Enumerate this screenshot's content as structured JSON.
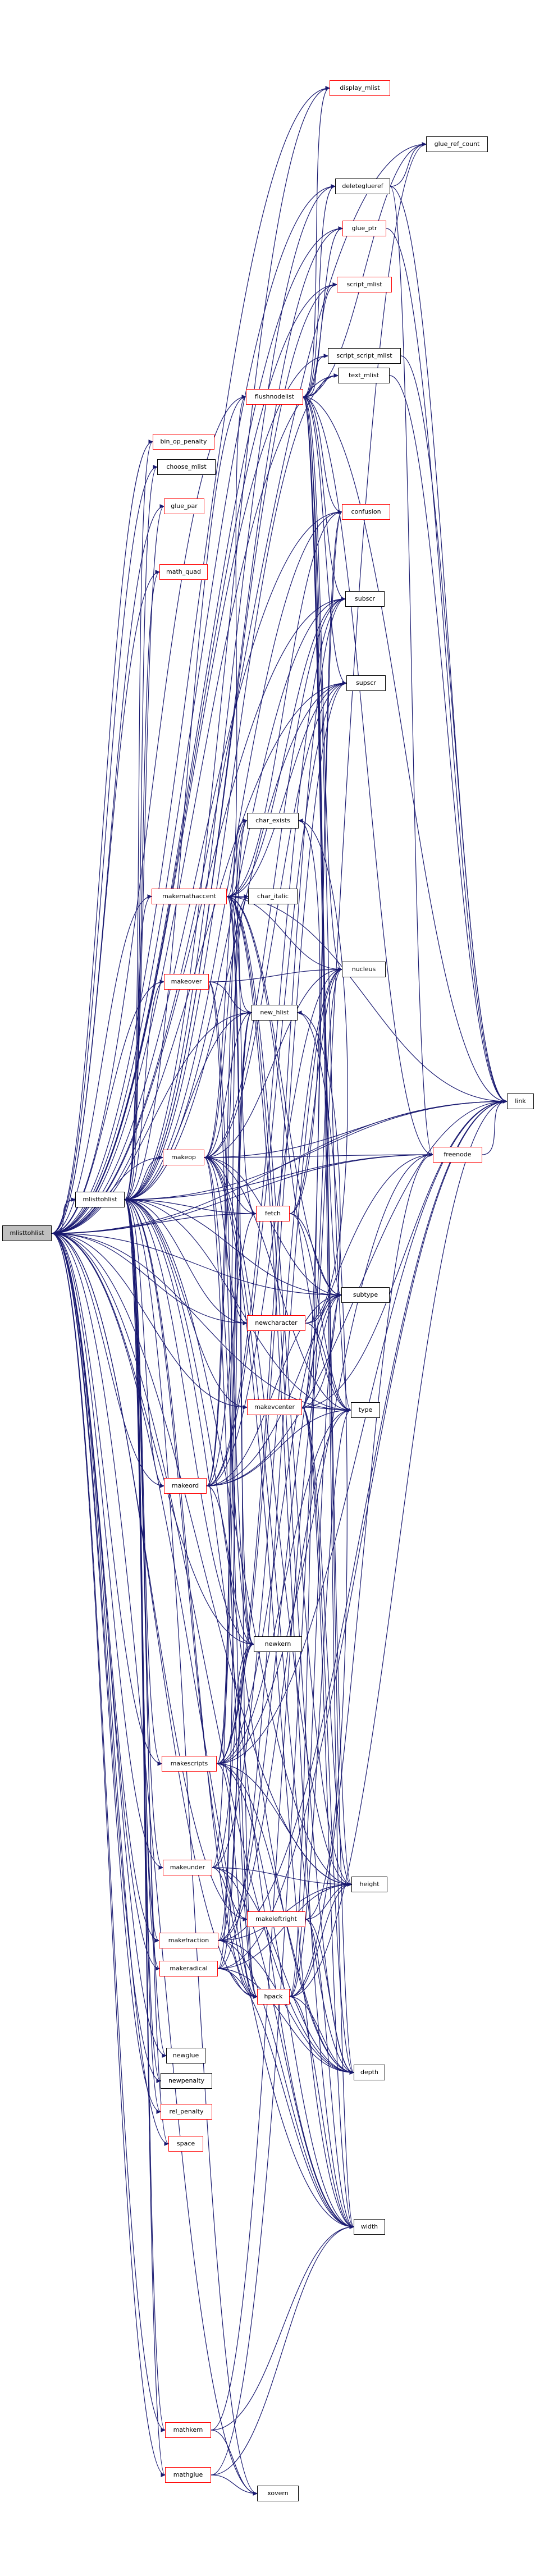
{
  "graph": {
    "edge_color": "#191970",
    "link_border_color": "#ff0000",
    "plain_border_color": "#000000",
    "root_fill": "#bfbfbf",
    "nodes": [
      {
        "id": "mlisttohlist_root",
        "label": "mlisttohlist",
        "style": "root"
      },
      {
        "id": "mlisttohlist",
        "label": "mlisttohlist",
        "style": "plain"
      },
      {
        "id": "display_mlist",
        "label": "display_mlist",
        "style": "link"
      },
      {
        "id": "glue_ref_count",
        "label": "glue_ref_count",
        "style": "plain"
      },
      {
        "id": "deleteglueref",
        "label": "deleteglueref",
        "style": "plain"
      },
      {
        "id": "glue_ptr",
        "label": "glue_ptr",
        "style": "link"
      },
      {
        "id": "script_mlist",
        "label": "script_mlist",
        "style": "link"
      },
      {
        "id": "script_script_mlist",
        "label": "script_script_mlist",
        "style": "plain"
      },
      {
        "id": "text_mlist",
        "label": "text_mlist",
        "style": "plain"
      },
      {
        "id": "bin_op_penalty",
        "label": "bin_op_penalty",
        "style": "link"
      },
      {
        "id": "flushnodelist",
        "label": "flushnodelist",
        "style": "link"
      },
      {
        "id": "choose_mlist",
        "label": "choose_mlist",
        "style": "plain"
      },
      {
        "id": "glue_par",
        "label": "glue_par",
        "style": "link"
      },
      {
        "id": "math_quad",
        "label": "math_quad",
        "style": "link"
      },
      {
        "id": "confusion",
        "label": "confusion",
        "style": "link"
      },
      {
        "id": "subscr",
        "label": "subscr",
        "style": "plain"
      },
      {
        "id": "supscr",
        "label": "supscr",
        "style": "plain"
      },
      {
        "id": "char_exists",
        "label": "char_exists",
        "style": "plain"
      },
      {
        "id": "makemathaccent",
        "label": "makemathaccent",
        "style": "link"
      },
      {
        "id": "char_italic",
        "label": "char_italic",
        "style": "plain"
      },
      {
        "id": "nucleus",
        "label": "nucleus",
        "style": "plain"
      },
      {
        "id": "makeover",
        "label": "makeover",
        "style": "link"
      },
      {
        "id": "new_hlist",
        "label": "new_hlist",
        "style": "plain"
      },
      {
        "id": "link",
        "label": "link",
        "style": "plain"
      },
      {
        "id": "makeop",
        "label": "makeop",
        "style": "link"
      },
      {
        "id": "freenode",
        "label": "freenode",
        "style": "link"
      },
      {
        "id": "fetch",
        "label": "fetch",
        "style": "link"
      },
      {
        "id": "subtype",
        "label": "subtype",
        "style": "plain"
      },
      {
        "id": "newcharacter",
        "label": "newcharacter",
        "style": "link"
      },
      {
        "id": "makevcenter",
        "label": "makevcenter",
        "style": "link"
      },
      {
        "id": "type",
        "label": "type",
        "style": "plain"
      },
      {
        "id": "makeord",
        "label": "makeord",
        "style": "link"
      },
      {
        "id": "newkern",
        "label": "newkern",
        "style": "plain"
      },
      {
        "id": "makescripts",
        "label": "makescripts",
        "style": "link"
      },
      {
        "id": "makeunder",
        "label": "makeunder",
        "style": "link"
      },
      {
        "id": "height",
        "label": "height",
        "style": "plain"
      },
      {
        "id": "makeleftright",
        "label": "makeleftright",
        "style": "link"
      },
      {
        "id": "makefraction",
        "label": "makefraction",
        "style": "link"
      },
      {
        "id": "makeradical",
        "label": "makeradical",
        "style": "link"
      },
      {
        "id": "hpack",
        "label": "hpack",
        "style": "link"
      },
      {
        "id": "depth",
        "label": "depth",
        "style": "plain"
      },
      {
        "id": "newglue",
        "label": "newglue",
        "style": "plain"
      },
      {
        "id": "newpenalty",
        "label": "newpenalty",
        "style": "plain"
      },
      {
        "id": "rel_penalty",
        "label": "rel_penalty",
        "style": "link"
      },
      {
        "id": "space",
        "label": "space",
        "style": "link"
      },
      {
        "id": "width",
        "label": "width",
        "style": "plain"
      },
      {
        "id": "mathkern",
        "label": "mathkern",
        "style": "link"
      },
      {
        "id": "mathglue",
        "label": "mathglue",
        "style": "link"
      },
      {
        "id": "xovern",
        "label": "xovern",
        "style": "plain"
      }
    ],
    "edges": [
      [
        "mlisttohlist_root",
        "mlisttohlist"
      ],
      [
        "mlisttohlist_root",
        "display_mlist"
      ],
      [
        "mlisttohlist_root",
        "glue_ref_count"
      ],
      [
        "mlisttohlist_root",
        "deleteglueref"
      ],
      [
        "mlisttohlist_root",
        "glue_ptr"
      ],
      [
        "mlisttohlist_root",
        "script_mlist"
      ],
      [
        "mlisttohlist_root",
        "script_script_mlist"
      ],
      [
        "mlisttohlist_root",
        "text_mlist"
      ],
      [
        "mlisttohlist_root",
        "bin_op_penalty"
      ],
      [
        "mlisttohlist_root",
        "flushnodelist"
      ],
      [
        "mlisttohlist_root",
        "choose_mlist"
      ],
      [
        "mlisttohlist_root",
        "glue_par"
      ],
      [
        "mlisttohlist_root",
        "math_quad"
      ],
      [
        "mlisttohlist_root",
        "confusion"
      ],
      [
        "mlisttohlist_root",
        "subscr"
      ],
      [
        "mlisttohlist_root",
        "supscr"
      ],
      [
        "mlisttohlist_root",
        "makemathaccent"
      ],
      [
        "mlisttohlist_root",
        "makeover"
      ],
      [
        "mlisttohlist_root",
        "new_hlist"
      ],
      [
        "mlisttohlist_root",
        "link"
      ],
      [
        "mlisttohlist_root",
        "makeop"
      ],
      [
        "mlisttohlist_root",
        "freenode"
      ],
      [
        "mlisttohlist_root",
        "fetch"
      ],
      [
        "mlisttohlist_root",
        "subtype"
      ],
      [
        "mlisttohlist_root",
        "newcharacter"
      ],
      [
        "mlisttohlist_root",
        "makevcenter"
      ],
      [
        "mlisttohlist_root",
        "type"
      ],
      [
        "mlisttohlist_root",
        "makeord"
      ],
      [
        "mlisttohlist_root",
        "newkern"
      ],
      [
        "mlisttohlist_root",
        "makescripts"
      ],
      [
        "mlisttohlist_root",
        "makeunder"
      ],
      [
        "mlisttohlist_root",
        "height"
      ],
      [
        "mlisttohlist_root",
        "makeleftright"
      ],
      [
        "mlisttohlist_root",
        "makefraction"
      ],
      [
        "mlisttohlist_root",
        "makeradical"
      ],
      [
        "mlisttohlist_root",
        "hpack"
      ],
      [
        "mlisttohlist_root",
        "depth"
      ],
      [
        "mlisttohlist_root",
        "newglue"
      ],
      [
        "mlisttohlist_root",
        "newpenalty"
      ],
      [
        "mlisttohlist_root",
        "rel_penalty"
      ],
      [
        "mlisttohlist_root",
        "space"
      ],
      [
        "mlisttohlist_root",
        "width"
      ],
      [
        "mlisttohlist_root",
        "mathkern"
      ],
      [
        "mlisttohlist_root",
        "mathglue"
      ],
      [
        "mlisttohlist_root",
        "xovern"
      ],
      [
        "mlisttohlist",
        "display_mlist"
      ],
      [
        "mlisttohlist",
        "deleteglueref"
      ],
      [
        "mlisttohlist",
        "glue_ptr"
      ],
      [
        "mlisttohlist",
        "script_mlist"
      ],
      [
        "mlisttohlist",
        "text_mlist"
      ],
      [
        "mlisttohlist",
        "bin_op_penalty"
      ],
      [
        "mlisttohlist",
        "flushnodelist"
      ],
      [
        "mlisttohlist",
        "choose_mlist"
      ],
      [
        "mlisttohlist",
        "glue_par"
      ],
      [
        "mlisttohlist",
        "math_quad"
      ],
      [
        "mlisttohlist",
        "confusion"
      ],
      [
        "mlisttohlist",
        "subscr"
      ],
      [
        "mlisttohlist",
        "supscr"
      ],
      [
        "mlisttohlist",
        "makemathaccent"
      ],
      [
        "mlisttohlist",
        "makeover"
      ],
      [
        "mlisttohlist",
        "new_hlist"
      ],
      [
        "mlisttohlist",
        "link"
      ],
      [
        "mlisttohlist",
        "makeop"
      ],
      [
        "mlisttohlist",
        "freenode"
      ],
      [
        "mlisttohlist",
        "fetch"
      ],
      [
        "mlisttohlist",
        "subtype"
      ],
      [
        "mlisttohlist",
        "newcharacter"
      ],
      [
        "mlisttohlist",
        "makevcenter"
      ],
      [
        "mlisttohlist",
        "type"
      ],
      [
        "mlisttohlist",
        "makeord"
      ],
      [
        "mlisttohlist",
        "newkern"
      ],
      [
        "mlisttohlist",
        "makescripts"
      ],
      [
        "mlisttohlist",
        "makeunder"
      ],
      [
        "mlisttohlist",
        "height"
      ],
      [
        "mlisttohlist",
        "makeleftright"
      ],
      [
        "mlisttohlist",
        "makefraction"
      ],
      [
        "mlisttohlist",
        "makeradical"
      ],
      [
        "mlisttohlist",
        "hpack"
      ],
      [
        "mlisttohlist",
        "depth"
      ],
      [
        "mlisttohlist",
        "newglue"
      ],
      [
        "mlisttohlist",
        "newpenalty"
      ],
      [
        "mlisttohlist",
        "rel_penalty"
      ],
      [
        "mlisttohlist",
        "space"
      ],
      [
        "mlisttohlist",
        "width"
      ],
      [
        "mlisttohlist",
        "mathkern"
      ],
      [
        "mlisttohlist",
        "mathglue"
      ],
      [
        "mlisttohlist",
        "xovern"
      ],
      [
        "deleteglueref",
        "glue_ref_count"
      ],
      [
        "deleteglueref",
        "freenode"
      ],
      [
        "deleteglueref",
        "link"
      ],
      [
        "flushnodelist",
        "display_mlist"
      ],
      [
        "flushnodelist",
        "glue_ref_count"
      ],
      [
        "flushnodelist",
        "deleteglueref"
      ],
      [
        "flushnodelist",
        "glue_ptr"
      ],
      [
        "flushnodelist",
        "script_mlist"
      ],
      [
        "flushnodelist",
        "script_script_mlist"
      ],
      [
        "flushnodelist",
        "text_mlist"
      ],
      [
        "flushnodelist",
        "confusion"
      ],
      [
        "flushnodelist",
        "subscr"
      ],
      [
        "flushnodelist",
        "supscr"
      ],
      [
        "flushnodelist",
        "nucleus"
      ],
      [
        "flushnodelist",
        "link"
      ],
      [
        "flushnodelist",
        "freenode"
      ],
      [
        "flushnodelist",
        "subtype"
      ],
      [
        "flushnodelist",
        "type"
      ],
      [
        "flushnodelist",
        "height"
      ],
      [
        "flushnodelist",
        "depth"
      ],
      [
        "flushnodelist",
        "width"
      ],
      [
        "script_script_mlist",
        "link"
      ],
      [
        "text_mlist",
        "link"
      ],
      [
        "glue_ptr",
        "link"
      ],
      [
        "freenode",
        "link"
      ],
      [
        "makemathaccent",
        "char_exists"
      ],
      [
        "makemathaccent",
        "char_italic"
      ],
      [
        "makemathaccent",
        "nucleus"
      ],
      [
        "makemathaccent",
        "new_hlist"
      ],
      [
        "makemathaccent",
        "link"
      ],
      [
        "makemathaccent",
        "fetch"
      ],
      [
        "makemathaccent",
        "subtype"
      ],
      [
        "makemathaccent",
        "type"
      ],
      [
        "makemathaccent",
        "newkern"
      ],
      [
        "makemathaccent",
        "height"
      ],
      [
        "makemathaccent",
        "hpack"
      ],
      [
        "makemathaccent",
        "depth"
      ],
      [
        "makemathaccent",
        "width"
      ],
      [
        "makemathaccent",
        "flushnodelist"
      ],
      [
        "makemathaccent",
        "subscr"
      ],
      [
        "makemathaccent",
        "supscr"
      ],
      [
        "makemathaccent",
        "confusion"
      ],
      [
        "makeover",
        "nucleus"
      ],
      [
        "makeover",
        "new_hlist"
      ],
      [
        "makeover",
        "newkern"
      ],
      [
        "makeover",
        "hpack"
      ],
      [
        "makeop",
        "char_exists"
      ],
      [
        "makeop",
        "char_italic"
      ],
      [
        "makeop",
        "nucleus"
      ],
      [
        "makeop",
        "new_hlist"
      ],
      [
        "makeop",
        "link"
      ],
      [
        "makeop",
        "freenode"
      ],
      [
        "makeop",
        "fetch"
      ],
      [
        "makeop",
        "subtype"
      ],
      [
        "makeop",
        "newcharacter"
      ],
      [
        "makeop",
        "type"
      ],
      [
        "makeop",
        "newkern"
      ],
      [
        "makeop",
        "height"
      ],
      [
        "makeop",
        "hpack"
      ],
      [
        "makeop",
        "depth"
      ],
      [
        "makeop",
        "width"
      ],
      [
        "makeop",
        "subscr"
      ],
      [
        "makeop",
        "supscr"
      ],
      [
        "fetch",
        "char_exists"
      ],
      [
        "fetch",
        "subtype"
      ],
      [
        "fetch",
        "type"
      ],
      [
        "fetch",
        "nucleus"
      ],
      [
        "newcharacter",
        "char_exists"
      ],
      [
        "newcharacter",
        "subtype"
      ],
      [
        "newcharacter",
        "type"
      ],
      [
        "makevcenter",
        "nucleus"
      ],
      [
        "makevcenter",
        "new_hlist"
      ],
      [
        "makevcenter",
        "confusion"
      ],
      [
        "makevcenter",
        "type"
      ],
      [
        "makevcenter",
        "height"
      ],
      [
        "makevcenter",
        "depth"
      ],
      [
        "makevcenter",
        "width"
      ],
      [
        "makevcenter",
        "link"
      ],
      [
        "makeord",
        "char_exists"
      ],
      [
        "makeord",
        "char_italic"
      ],
      [
        "makeord",
        "nucleus"
      ],
      [
        "makeord",
        "subscr"
      ],
      [
        "makeord",
        "supscr"
      ],
      [
        "makeord",
        "link"
      ],
      [
        "makeord",
        "freenode"
      ],
      [
        "makeord",
        "fetch"
      ],
      [
        "makeord",
        "subtype"
      ],
      [
        "makeord",
        "newkern"
      ],
      [
        "makeord",
        "type"
      ],
      [
        "makescripts",
        "char_exists"
      ],
      [
        "makescripts",
        "new_hlist"
      ],
      [
        "makescripts",
        "subscr"
      ],
      [
        "makescripts",
        "supscr"
      ],
      [
        "makescripts",
        "link"
      ],
      [
        "makescripts",
        "freenode"
      ],
      [
        "makescripts",
        "newkern"
      ],
      [
        "makescripts",
        "height"
      ],
      [
        "makescripts",
        "hpack"
      ],
      [
        "makescripts",
        "depth"
      ],
      [
        "makescripts",
        "width"
      ],
      [
        "makescripts",
        "subtype"
      ],
      [
        "makescripts",
        "type"
      ],
      [
        "makeunder",
        "nucleus"
      ],
      [
        "makeunder",
        "new_hlist"
      ],
      [
        "makeunder",
        "newkern"
      ],
      [
        "makeunder",
        "height"
      ],
      [
        "makeunder",
        "hpack"
      ],
      [
        "makeunder",
        "depth"
      ],
      [
        "makeunder",
        "width"
      ],
      [
        "makeleftright",
        "height"
      ],
      [
        "makeleftright",
        "depth"
      ],
      [
        "makeleftright",
        "width"
      ],
      [
        "makeleftright",
        "new_hlist"
      ],
      [
        "makefraction",
        "new_hlist"
      ],
      [
        "makefraction",
        "newkern"
      ],
      [
        "makefraction",
        "height"
      ],
      [
        "makefraction",
        "hpack"
      ],
      [
        "makefraction",
        "depth"
      ],
      [
        "makefraction",
        "width"
      ],
      [
        "makefraction",
        "link"
      ],
      [
        "makefraction",
        "type"
      ],
      [
        "makefraction",
        "subtype"
      ],
      [
        "makeradical",
        "new_hlist"
      ],
      [
        "makeradical",
        "newkern"
      ],
      [
        "makeradical",
        "height"
      ],
      [
        "makeradical",
        "hpack"
      ],
      [
        "makeradical",
        "depth"
      ],
      [
        "makeradical",
        "width"
      ],
      [
        "makeradical",
        "nucleus"
      ],
      [
        "makeradical",
        "link"
      ],
      [
        "hpack",
        "height"
      ],
      [
        "hpack",
        "depth"
      ],
      [
        "hpack",
        "width"
      ],
      [
        "hpack",
        "link"
      ],
      [
        "hpack",
        "type"
      ],
      [
        "hpack",
        "subtype"
      ],
      [
        "hpack",
        "freenode"
      ],
      [
        "hpack",
        "confusion"
      ],
      [
        "mathkern",
        "width"
      ],
      [
        "mathkern",
        "xovern"
      ],
      [
        "mathkern",
        "subtype"
      ],
      [
        "mathglue",
        "width"
      ],
      [
        "mathglue",
        "xovern"
      ],
      [
        "mathglue",
        "glue_ref_count"
      ]
    ]
  }
}
